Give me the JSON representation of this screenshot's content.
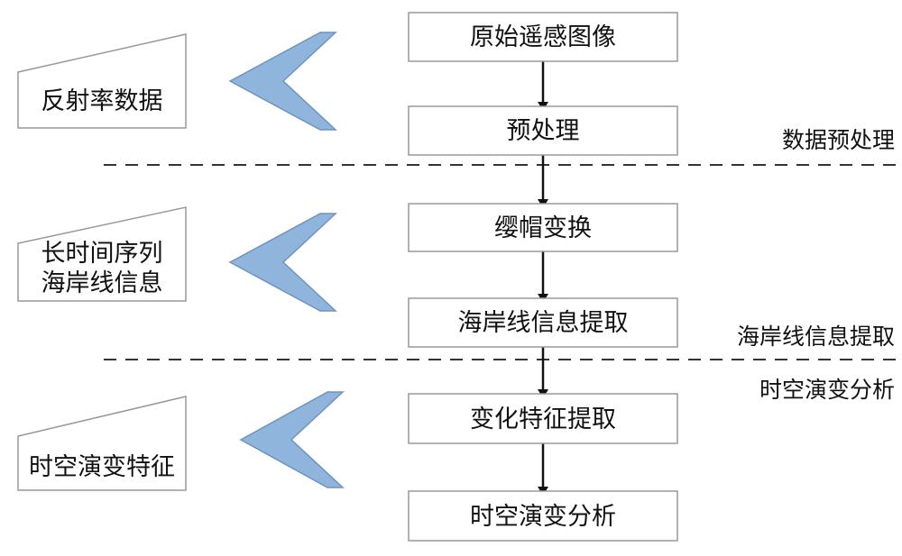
{
  "steps": [
    "原始遥感图像",
    "预处理",
    "缨帽变换",
    "海岸线信息提取",
    "变化特征提取",
    "时空演变分析"
  ],
  "outputs": [
    {
      "lines": [
        "反射率数据"
      ]
    },
    {
      "lines": [
        "长时间序列",
        "海岸线信息"
      ]
    },
    {
      "lines": [
        "时空演变特征"
      ]
    }
  ],
  "stages": [
    "数据预处理",
    "海岸线信息提取",
    "时空演变分析"
  ],
  "colors": {
    "box_border": "#999999",
    "chevron": "#8fb5dd",
    "chevron_border": "#6d93bf",
    "arrow": "#111111",
    "divider": "#333333"
  }
}
